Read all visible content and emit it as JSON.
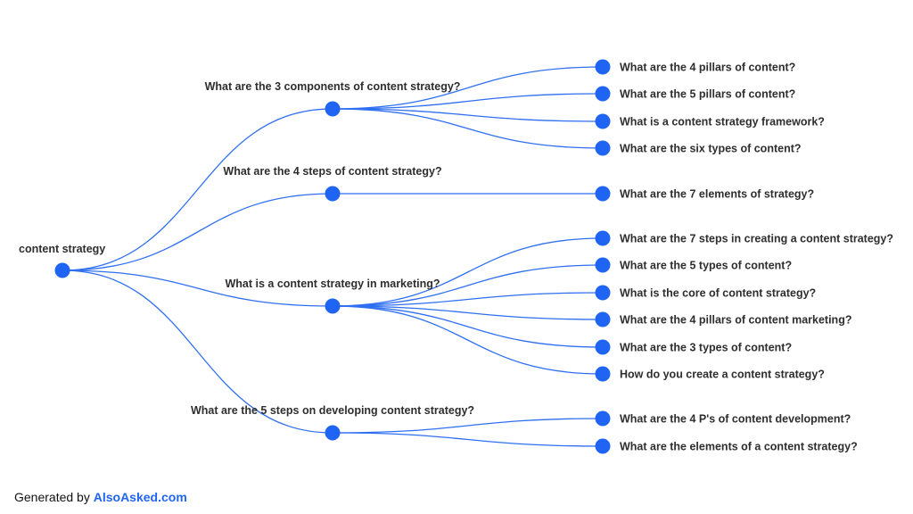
{
  "colors": {
    "accent": "#1f64f2",
    "edge": "#2f6ff2",
    "text": "#2e2e2e"
  },
  "tree": {
    "root": {
      "label": "content strategy"
    },
    "branches": [
      {
        "label": "What are the 3 components of content strategy?",
        "leaves": [
          "What are the 4 pillars of content?",
          "What are the 5 pillars of content?",
          "What is a content strategy framework?",
          "What are the six types of content?"
        ]
      },
      {
        "label": "What are the 4 steps of content strategy?",
        "leaves": [
          "What are the 7 elements of strategy?"
        ]
      },
      {
        "label": "What is a content strategy in marketing?",
        "leaves": [
          "What are the 7 steps in creating a content strategy?",
          "What are the 5 types of content?",
          "What is the core of content strategy?",
          "What are the 4 pillars of content marketing?",
          "What are the 3 types of content?",
          "How do you create a content strategy?"
        ]
      },
      {
        "label": "What are the 5 steps on developing content strategy?",
        "leaves": [
          "What are the 4 P's of content development?",
          "What are the elements of a content strategy?"
        ]
      }
    ]
  },
  "footer": {
    "prefix": "Generated by ",
    "brand": "AlsoAsked.com"
  }
}
